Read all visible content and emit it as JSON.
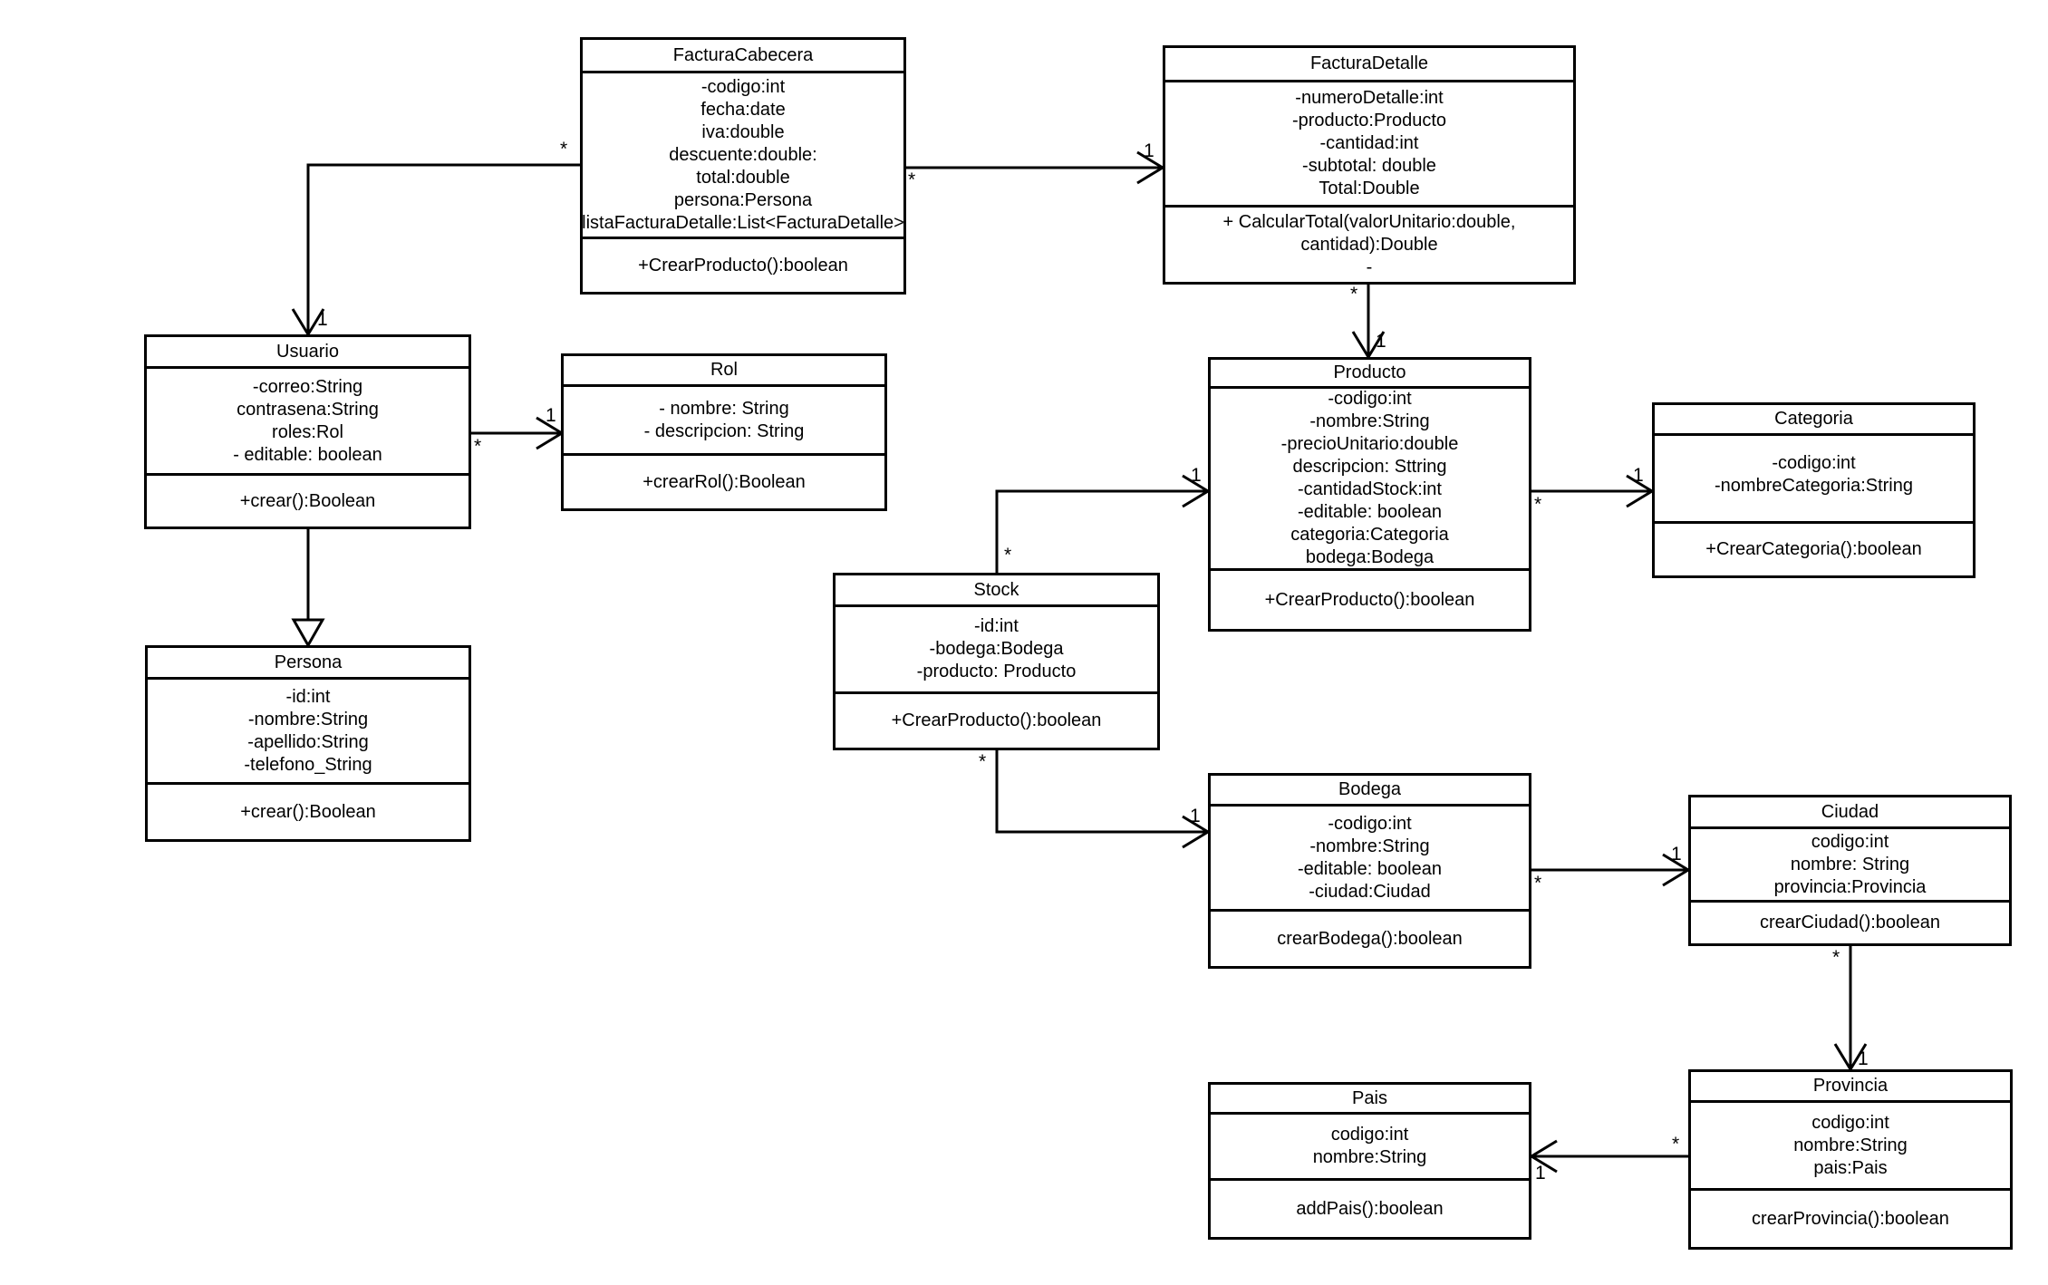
{
  "diagram": {
    "type": "uml-class-diagram",
    "background_color": "#ffffff",
    "line_color": "#000000",
    "text_color": "#000000"
  },
  "classes": [
    {
      "name": "FacturaCabecera",
      "attributes": [
        "-codigo:int",
        "fecha:date",
        "iva:double",
        "descuente:double:",
        "total:double",
        "persona:Persona",
        "listaFacturaDetalle:List<FacturaDetalle>"
      ],
      "methods": [
        "+CrearProducto():boolean"
      ]
    },
    {
      "name": "FacturaDetalle",
      "attributes": [
        "-numeroDetalle:int",
        "-producto:Producto",
        "-cantidad:int",
        "-subtotal: double",
        "Total:Double"
      ],
      "methods": [
        "+ CalcularTotal(valorUnitario:double, cantidad):Double",
        "-"
      ]
    },
    {
      "name": "Usuario",
      "attributes": [
        "-correo:String",
        "contrasena:String",
        "roles:Rol",
        "- editable: boolean"
      ],
      "methods": [
        "+crear():Boolean"
      ]
    },
    {
      "name": "Rol",
      "attributes": [
        "- nombre: String",
        "- descripcion: String"
      ],
      "methods": [
        "+crearRol():Boolean"
      ]
    },
    {
      "name": "Producto",
      "attributes": [
        "-codigo:int",
        "-nombre:String",
        "-precioUnitario:double",
        "descripcion: Sttring",
        "-cantidadStock:int",
        "-editable: boolean",
        "categoria:Categoria",
        "bodega:Bodega"
      ],
      "methods": [
        "+CrearProducto():boolean"
      ]
    },
    {
      "name": "Categoria",
      "attributes": [
        "-codigo:int",
        "-nombreCategoria:String"
      ],
      "methods": [
        "+CrearCategoria():boolean"
      ]
    },
    {
      "name": "Stock",
      "attributes": [
        "-id:int",
        "-bodega:Bodega",
        "-producto: Producto"
      ],
      "methods": [
        "+CrearProducto():boolean"
      ]
    },
    {
      "name": "Persona",
      "attributes": [
        "-id:int",
        "-nombre:String",
        "-apellido:String",
        "-telefono_String"
      ],
      "methods": [
        "+crear():Boolean"
      ]
    },
    {
      "name": "Bodega",
      "attributes": [
        "-codigo:int",
        "-nombre:String",
        "-editable: boolean",
        "-ciudad:Ciudad"
      ],
      "methods": [
        "crearBodega():boolean"
      ]
    },
    {
      "name": "Ciudad",
      "attributes": [
        "codigo:int",
        "nombre: String",
        "provincia:Provincia"
      ],
      "methods": [
        "crearCiudad():boolean"
      ]
    },
    {
      "name": "Pais",
      "attributes": [
        "codigo:int",
        "nombre:String"
      ],
      "methods": [
        "addPais():boolean"
      ]
    },
    {
      "name": "Provincia",
      "attributes": [
        "codigo:int",
        "nombre:String",
        "pais:Pais"
      ],
      "methods": [
        "crearProvincia():boolean"
      ]
    }
  ],
  "connectors": [
    {
      "id": "facturacabecera-facturadetalle",
      "type": "association-arrow",
      "source": "FacturaCabecera",
      "target": "FacturaDetalle",
      "source_label": "*",
      "target_label": "1"
    },
    {
      "id": "facturacabecera-usuario",
      "type": "association-arrow",
      "source": "FacturaCabecera",
      "target": "Usuario",
      "source_label": "*",
      "target_label": "1"
    },
    {
      "id": "usuario-rol",
      "type": "association-arrow",
      "source": "Usuario",
      "target": "Rol",
      "source_label": "*",
      "target_label": "1"
    },
    {
      "id": "usuario-persona",
      "type": "generalization",
      "source": "Usuario",
      "target": "Persona",
      "source_label": "",
      "target_label": ""
    },
    {
      "id": "facturadetalle-producto",
      "type": "association-arrow",
      "source": "FacturaDetalle",
      "target": "Producto",
      "source_label": "*",
      "target_label": "1"
    },
    {
      "id": "producto-categoria",
      "type": "association-arrow",
      "source": "Producto",
      "target": "Categoria",
      "source_label": "*",
      "target_label": "1"
    },
    {
      "id": "stock-producto",
      "type": "association-arrow",
      "source": "Stock",
      "target": "Producto",
      "source_label": "*",
      "target_label": "1"
    },
    {
      "id": "stock-bodega",
      "type": "association-arrow",
      "source": "Stock",
      "target": "Bodega",
      "source_label": "*",
      "target_label": "1"
    },
    {
      "id": "bodega-ciudad",
      "type": "association-arrow",
      "source": "Bodega",
      "target": "Ciudad",
      "source_label": "*",
      "target_label": "1"
    },
    {
      "id": "ciudad-provincia",
      "type": "association-arrow",
      "source": "Ciudad",
      "target": "Provincia",
      "source_label": "*",
      "target_label": "1"
    },
    {
      "id": "provincia-pais",
      "type": "association-arrow",
      "source": "Provincia",
      "target": "Pais",
      "source_label": "*",
      "target_label": "1"
    }
  ]
}
